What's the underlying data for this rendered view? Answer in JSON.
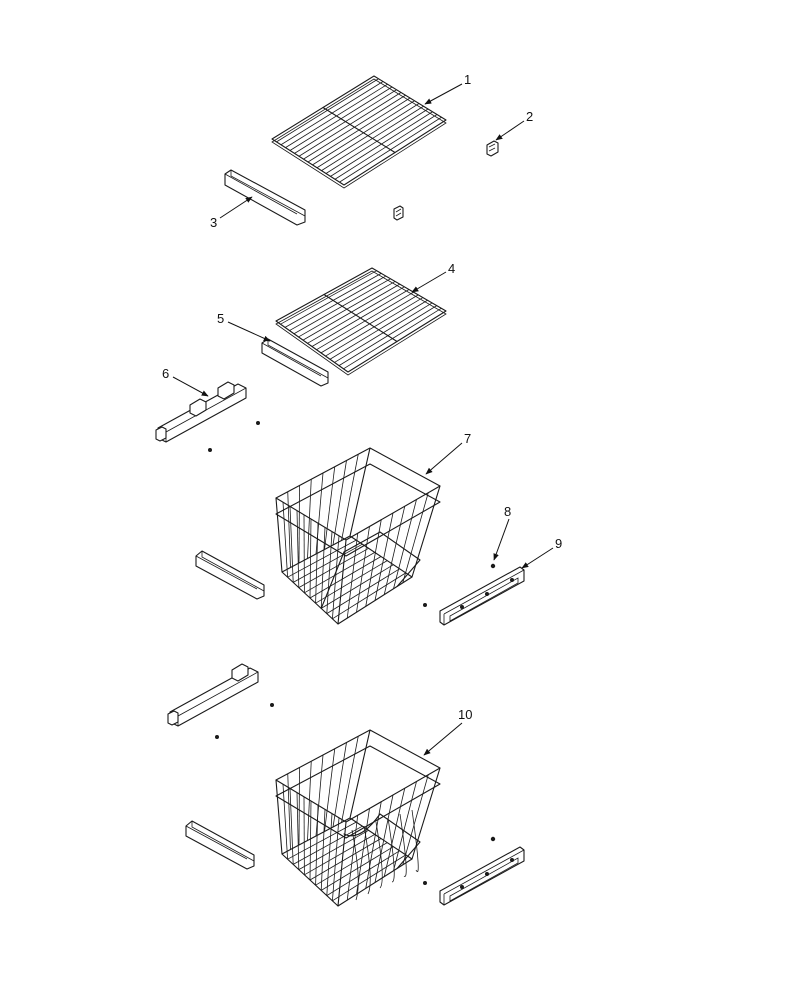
{
  "callouts": [
    {
      "id": "c1",
      "label": "1"
    },
    {
      "id": "c2",
      "label": "2"
    },
    {
      "id": "c3",
      "label": "3"
    },
    {
      "id": "c4",
      "label": "4"
    },
    {
      "id": "c5",
      "label": "5"
    },
    {
      "id": "c6",
      "label": "6"
    },
    {
      "id": "c7",
      "label": "7"
    },
    {
      "id": "c8",
      "label": "8"
    },
    {
      "id": "c9",
      "label": "9"
    },
    {
      "id": "c10",
      "label": "10"
    }
  ],
  "colors": {
    "line": "#1a1a1a",
    "background": "#ffffff"
  }
}
